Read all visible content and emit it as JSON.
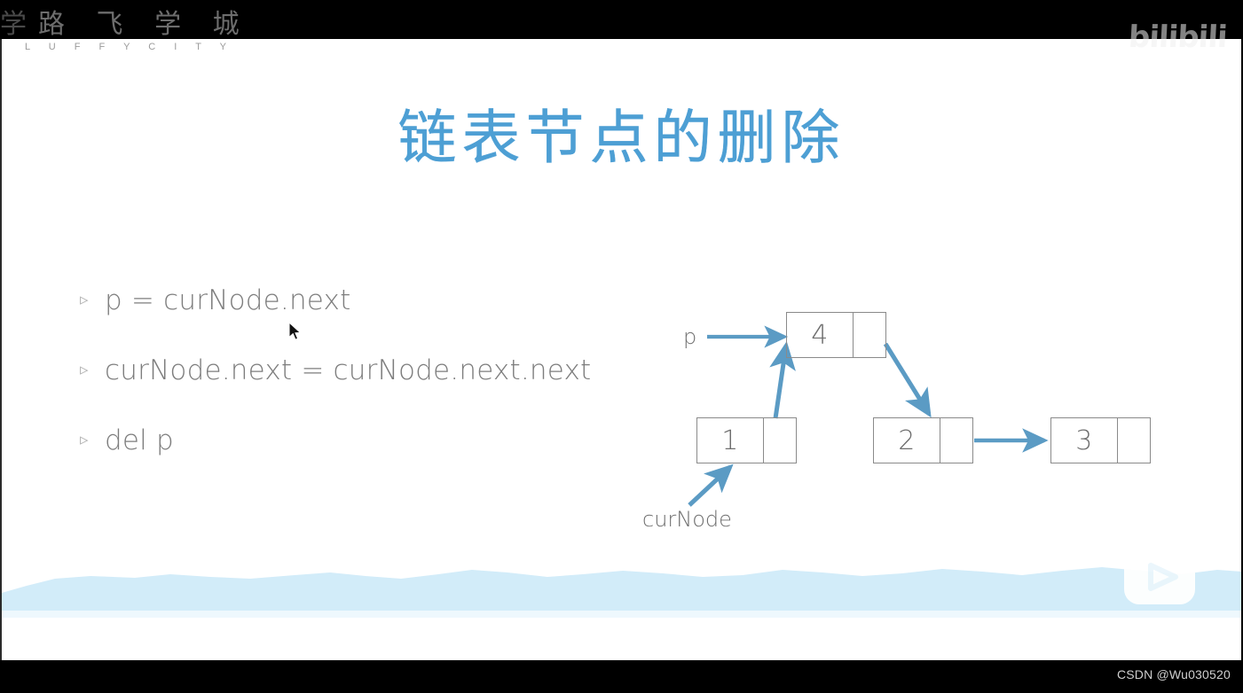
{
  "window": {
    "background_color": "#000000",
    "slide_background": "#ffffff"
  },
  "branding": {
    "luffy_logo_clipped_char": "学",
    "luffy_logo_cn": "路 飞 学 城",
    "luffy_logo_en": "L U F F Y C I T Y",
    "bilibili_wordmark": "bilibili",
    "bilibili_tv_icon": "bilibili-tv-play-icon"
  },
  "slide": {
    "title": "链表节点的删除",
    "title_color": "#4d9fd4",
    "bullets": [
      {
        "marker": "▹",
        "text": "p = curNode.next"
      },
      {
        "marker": "▹",
        "text": "curNode.next = curNode.next.next"
      },
      {
        "marker": "▹",
        "text": "del p"
      }
    ],
    "wave_color": "#cfeaf8"
  },
  "diagram": {
    "accent_color": "#5b9bc4",
    "box_border_color": "#8a8a8a",
    "nodes": [
      {
        "id": "node-4",
        "value": "4"
      },
      {
        "id": "node-1",
        "value": "1"
      },
      {
        "id": "node-2",
        "value": "2"
      },
      {
        "id": "node-3",
        "value": "3"
      }
    ],
    "labels": [
      {
        "id": "pointer-label-p",
        "text": "p"
      },
      {
        "id": "pointer-label-curnode",
        "text": "curNode"
      }
    ],
    "arrows": [
      {
        "id": "arrow-p-to-node4",
        "from": "p",
        "to": "node-4"
      },
      {
        "id": "arrow-node1-to-node4",
        "from": "node-1",
        "to": "node-4"
      },
      {
        "id": "arrow-node4-to-node2",
        "from": "node-4",
        "to": "node-2"
      },
      {
        "id": "arrow-node2-to-node3",
        "from": "node-2",
        "to": "node-3"
      },
      {
        "id": "arrow-curnode-to-node1",
        "from": "curNode",
        "to": "node-1"
      }
    ]
  },
  "overlays": {
    "csdn_watermark": "CSDN @Wu030520",
    "cursor": "mouse-pointer-icon"
  }
}
